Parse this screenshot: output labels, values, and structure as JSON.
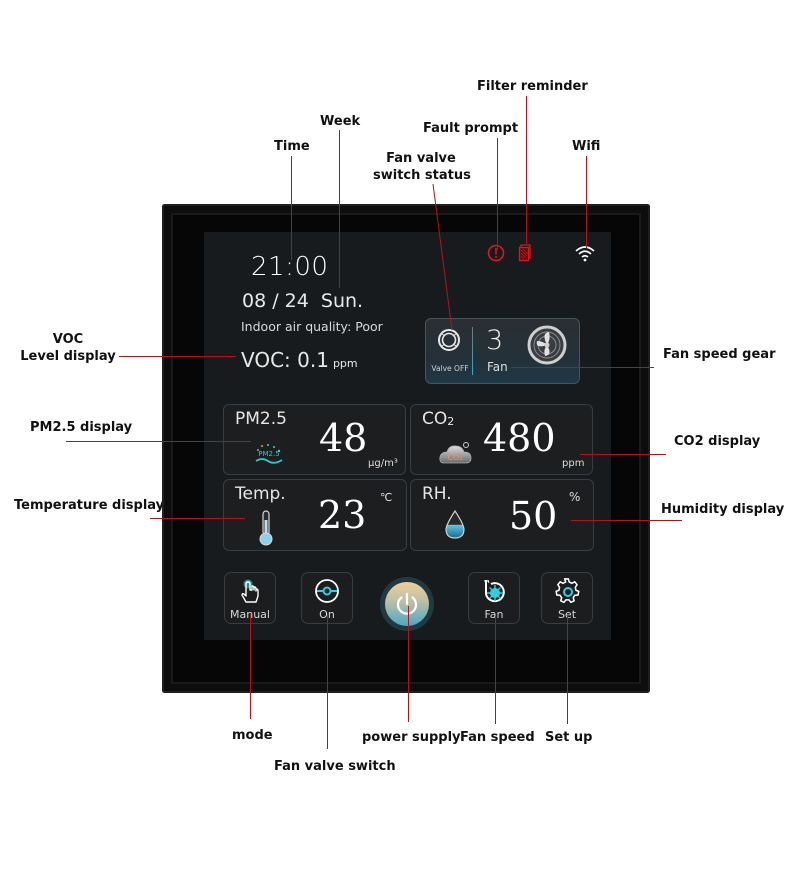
{
  "annotations": {
    "time": "Time",
    "week": "Week",
    "fan_valve_status_line1": "Fan valve",
    "fan_valve_status_line2": "switch status",
    "fault_prompt": "Fault prompt",
    "filter_reminder": "Filter reminder",
    "wifi": "Wifi",
    "voc_line1": "VOC",
    "voc_line2": "Level display",
    "pm25": "PM2.5 display",
    "temperature": "Temperature display",
    "fan_speed_gear": "Fan speed gear",
    "co2": "CO2 display",
    "humidity": "Humidity display",
    "mode": "mode",
    "fan_valve_switch": "Fan valve switch",
    "power_supply": "power supply",
    "fan_speed": "Fan speed",
    "set_up": "Set up"
  },
  "screen": {
    "time": "21:00",
    "date": "08 / 24  Sun.",
    "air_quality_label": "Indoor air quality",
    "air_quality_sep": ": ",
    "air_quality_value": "Poor",
    "voc_label": "VOC: ",
    "voc_value": "0.1",
    "voc_unit": "ppm",
    "status_icons": [
      "fault-icon",
      "filter-icon",
      "wifi-icon"
    ],
    "status_colors": {
      "alert": "#e0161d",
      "wifi": "#ffffff"
    },
    "fan_panel": {
      "valve_status": "Valve OFF",
      "fan_gear": "3",
      "fan_label": "Fan"
    },
    "cards": {
      "pm25": {
        "title": "PM2.5",
        "icon_text": "PM2.5",
        "value": "48",
        "unit": "μg/m³"
      },
      "co2": {
        "title_main": "CO",
        "title_sub": "2",
        "icon_text": "CO₂",
        "value": "480",
        "unit": "ppm"
      },
      "temp": {
        "title": "Temp.",
        "value": "23",
        "unit": "℃"
      },
      "rh": {
        "title": "RH.",
        "value": "50",
        "unit": "%"
      }
    },
    "buttons": {
      "mode": "Manual",
      "valve": "On",
      "fan": "Fan",
      "set": "Set"
    },
    "accent_color": "#2fd0e0"
  }
}
